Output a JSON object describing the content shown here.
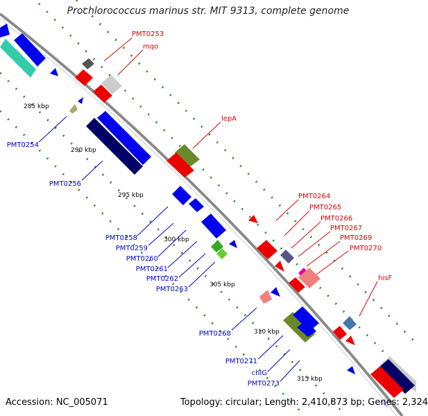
{
  "title": "Prochlorococcus marinus str. MIT 9313, complete genome",
  "footer": {
    "accession": "Accession: NC_005071",
    "summary": "Topology: circular; Length: 2,410,873 bp; Genes: 2,324"
  },
  "colors": {
    "backbone": "#888888",
    "forward_label": "#dd0000",
    "reverse_label": "#0000cc",
    "tick": "#227722"
  },
  "kbp_labels": [
    "285 kbp",
    "290 kbp",
    "295 kbp",
    "300 kbp",
    "305 kbp",
    "310 kbp",
    "315 kbp"
  ],
  "forward_genes": [
    "PMT0253",
    "mqo",
    "lepA",
    "PMT0264",
    "PMT0265",
    "PMT0266",
    "PMT0267",
    "PMT0269",
    "PMT0270",
    "hisF"
  ],
  "reverse_genes": [
    "PMT0254",
    "PMT0256",
    "PMT0258",
    "PMT0259",
    "PMT0260",
    "PMT0261",
    "PMT0262",
    "PMT0263",
    "PMT0268",
    "PMT0271",
    "chlG",
    "PMT0273"
  ]
}
